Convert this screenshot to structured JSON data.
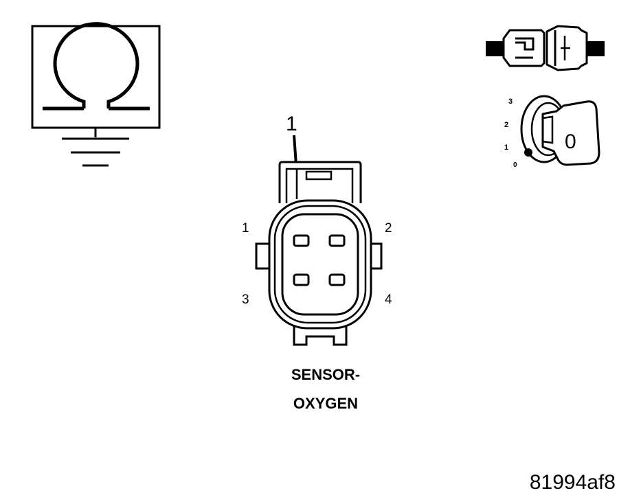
{
  "ohmmeter": {
    "symbol": "Ω"
  },
  "connector_icon": {},
  "ignition_switch": {
    "positions": [
      "3",
      "2",
      "1",
      "0"
    ],
    "key_label": "0"
  },
  "connector": {
    "callout_number": "1",
    "pin_labels": {
      "p1": "1",
      "p2": "2",
      "p3": "3",
      "p4": "4"
    },
    "name_line1": "SENSOR-",
    "name_line2": "OXYGEN"
  },
  "figure_id": "81994af8"
}
